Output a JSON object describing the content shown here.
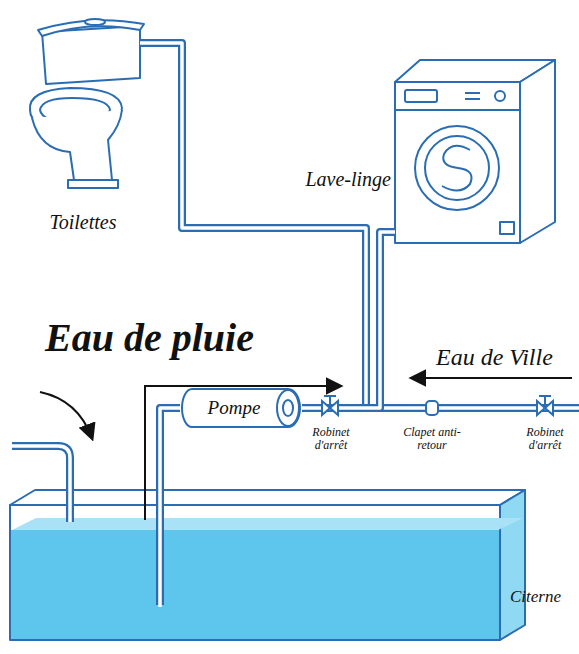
{
  "diagram": {
    "nodes": [
      {
        "text": [
          "Toilettes"
        ]
      },
      {
        "text": [
          "Lave-linge"
        ]
      },
      {
        "text": [
          "Pompe"
        ]
      },
      {
        "text": [
          "Citerne"
        ]
      }
    ],
    "edges": [
      {
        "from": 2,
        "to": 0,
        "arrow": "none"
      },
      {
        "from": 2,
        "to": 1,
        "arrow": "none"
      },
      {
        "from": 3,
        "to": 2,
        "arrow": "none"
      }
    ],
    "labels": [
      "Eau de pluie",
      "Eau de Ville",
      "Robinet d'arrêt",
      "Clapet anti-retour",
      "Robinet d'arrêt"
    ]
  }
}
